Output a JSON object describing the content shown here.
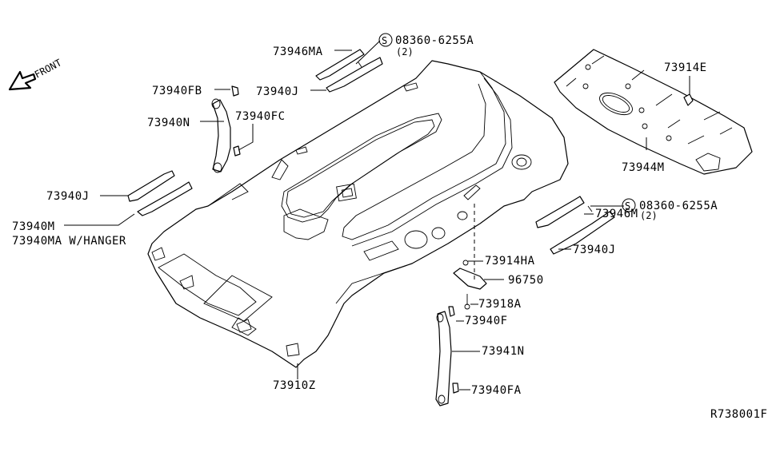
{
  "diagram": {
    "title": "Headlining / Roof Trim Parts Diagram",
    "reference_code": "R738001F",
    "orientation_label": "FRONT",
    "labels": [
      {
        "id": "p73946MA",
        "text": "73946MA"
      },
      {
        "id": "p08360a",
        "text": "08360-6255A",
        "qty": "(2)",
        "symbol": "S"
      },
      {
        "id": "p73940J_top",
        "text": "73940J"
      },
      {
        "id": "p73940FB",
        "text": "73940FB"
      },
      {
        "id": "p73940N",
        "text": "73940N"
      },
      {
        "id": "p73940FC",
        "text": "73940FC"
      },
      {
        "id": "p73940J_left",
        "text": "73940J"
      },
      {
        "id": "p73940M",
        "text": "73940M"
      },
      {
        "id": "p73940MA",
        "text": "73940MA W/HANGER"
      },
      {
        "id": "p73914E",
        "text": "73914E"
      },
      {
        "id": "p73944M",
        "text": "73944M"
      },
      {
        "id": "p73946M",
        "text": "73946M"
      },
      {
        "id": "p08360b",
        "text": "08360-6255A",
        "qty": "(2)",
        "symbol": "S"
      },
      {
        "id": "p73940J_right",
        "text": "73940J"
      },
      {
        "id": "p73914HA",
        "text": "73914HA"
      },
      {
        "id": "p96750",
        "text": "96750"
      },
      {
        "id": "p73918A",
        "text": "73918A"
      },
      {
        "id": "p73940F",
        "text": "73940F"
      },
      {
        "id": "p73941N",
        "text": "73941N"
      },
      {
        "id": "p73940FA",
        "text": "73940FA"
      },
      {
        "id": "p73910Z",
        "text": "73910Z"
      }
    ]
  }
}
